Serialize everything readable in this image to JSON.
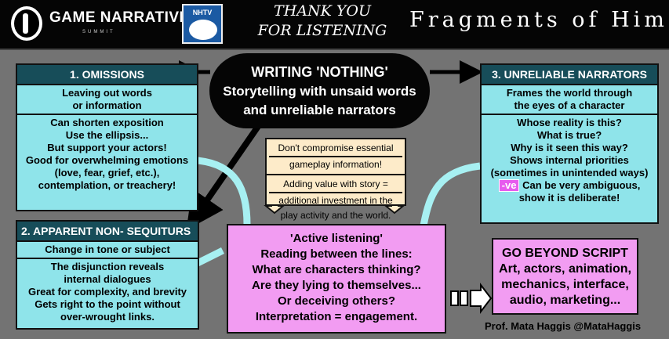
{
  "header": {
    "gns_title": "GAME NARRATIVE",
    "gns_sub": "SUMMIT",
    "nhtv": "NHTV",
    "thanks_line1": "THANK YOU",
    "thanks_line2": "FOR LISTENING",
    "fragments": "Fragments of Him"
  },
  "main": {
    "line1": "WRITING 'NOTHING'",
    "line2": "Storytelling with unsaid words",
    "line3": "and unreliable narrators"
  },
  "omissions": {
    "title": "1. OMISSIONS",
    "items": [
      "Leaving out words",
      "or information",
      "Can shorten exposition",
      "Use the ellipsis...",
      "But support your actors!",
      "Good for overwhelming emotions",
      "(love, fear, grief, etc.),",
      "contemplation, or treachery!"
    ]
  },
  "nonseq": {
    "title": "2. APPARENT NON- SEQUITURS",
    "items": [
      "Change in tone or subject",
      "The disjunction reveals",
      "internal dialogues",
      "Great for complexity, and brevity",
      "Gets right to the point without",
      "over-wrought links."
    ]
  },
  "unreliable": {
    "title": "3. UNRELIABLE NARRATORS",
    "items": [
      "Frames the world through",
      "the eyes of a character",
      "Whose reality is this?",
      "What is true?",
      "Why is it seen this way?",
      "Shows internal priorities",
      "(sometimes in unintended ways)",
      "Can be very ambiguous,",
      "show it is deliberate!"
    ],
    "ve": "-ve"
  },
  "gameplay": {
    "line1": "Don't compromise essential",
    "line2": "gameplay information!",
    "line3": "Adding value with story =",
    "line4": "additional investment in the",
    "line5": "play activity and the world."
  },
  "active": {
    "lines": [
      "'Active listening'",
      "Reading between the lines:",
      "What are characters thinking?",
      "Are they lying to themselves...",
      "Or deceiving others?",
      "Interpretation = engagement."
    ]
  },
  "beyond": {
    "lines": [
      "GO BEYOND SCRIPT",
      "Art, actors, animation,",
      "mechanics, interface,",
      "audio, marketing..."
    ]
  },
  "credit": "Prof. Mata Haggis @MataHaggis",
  "colors": {
    "cyan": "#8fe4ea",
    "teal": "#174d59",
    "pink": "#f29cf2",
    "yellow": "#fdebc9",
    "slide": "#737373"
  }
}
